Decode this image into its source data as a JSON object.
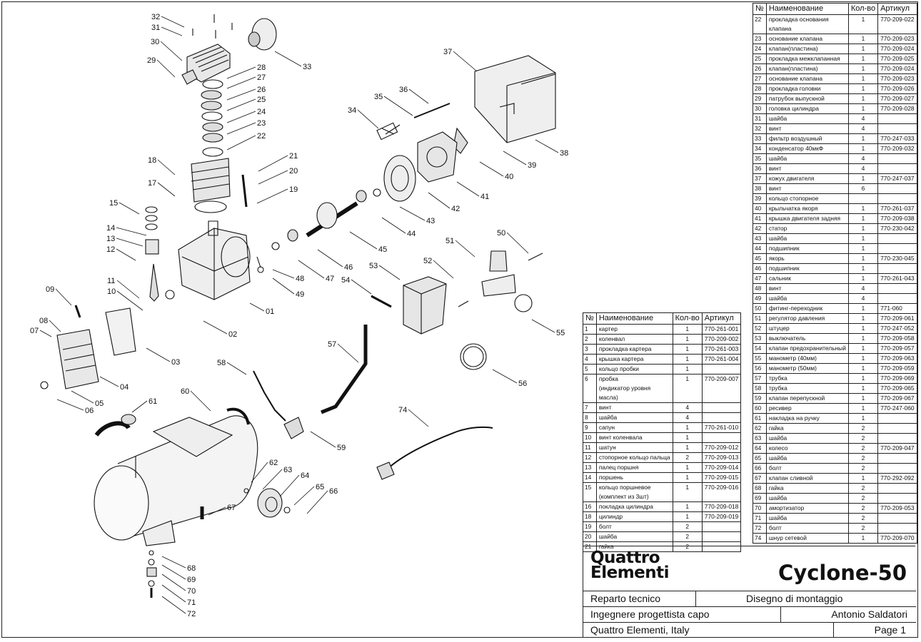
{
  "callouts": [
    "01",
    "02",
    "03",
    "04",
    "05",
    "06",
    "07",
    "08",
    "09",
    "10",
    "11",
    "12",
    "13",
    "14",
    "15",
    "17",
    "18",
    "19",
    "20",
    "21",
    "22",
    "23",
    "24",
    "25",
    "26",
    "27",
    "28",
    "29",
    "30",
    "31",
    "32",
    "33",
    "34",
    "35",
    "36",
    "37",
    "38",
    "39",
    "40",
    "41",
    "42",
    "43",
    "44",
    "45",
    "46",
    "47",
    "48",
    "49",
    "50",
    "51",
    "52",
    "53",
    "54",
    "55",
    "56",
    "57",
    "58",
    "59",
    "60",
    "61",
    "62",
    "63",
    "64",
    "65",
    "66",
    "67",
    "68",
    "69",
    "70",
    "71",
    "72",
    "74"
  ],
  "table_headers": {
    "num": "№",
    "name": "Наименование",
    "qty": "Кол-во",
    "article": "Артикул"
  },
  "parts_left": [
    {
      "num": "1",
      "name": "картер",
      "qty": "1",
      "article": "770-261-001"
    },
    {
      "num": "2",
      "name": "коленвал",
      "qty": "1",
      "article": "770-209-002"
    },
    {
      "num": "3",
      "name": "прокладка картера",
      "qty": "1",
      "article": "770-261-003"
    },
    {
      "num": "4",
      "name": "крышка картера",
      "qty": "1",
      "article": "770-261-004"
    },
    {
      "num": "5",
      "name": "кольцо пробки",
      "qty": "1",
      "article": ""
    },
    {
      "num": "6",
      "name": "пробка\n(индикатор уровня масла)",
      "qty": "1",
      "article": "770-209-007"
    },
    {
      "num": "7",
      "name": "винт",
      "qty": "4",
      "article": ""
    },
    {
      "num": "8",
      "name": "шайба",
      "qty": "4",
      "article": ""
    },
    {
      "num": "9",
      "name": "сапун",
      "qty": "1",
      "article": "770-261-010"
    },
    {
      "num": "10",
      "name": "винт коленвала",
      "qty": "1",
      "article": ""
    },
    {
      "num": "11",
      "name": "шатун",
      "qty": "1",
      "article": "770-209-012"
    },
    {
      "num": "12",
      "name": "стопорное кольцо пальца",
      "qty": "2",
      "article": "770-209-013"
    },
    {
      "num": "13",
      "name": "палец поршня",
      "qty": "1",
      "article": "770-209-014"
    },
    {
      "num": "14",
      "name": "поршень",
      "qty": "1",
      "article": "770-209-015"
    },
    {
      "num": "15",
      "name": "кольцо поршневое\n(комплект из 3шт)",
      "qty": "1",
      "article": "770-209-016"
    },
    {
      "num": "16",
      "name": "покладка цилиндра",
      "qty": "1",
      "article": "770-209-018"
    },
    {
      "num": "18",
      "name": "цилиндр",
      "qty": "1",
      "article": "770-209-019"
    },
    {
      "num": "19",
      "name": "болт",
      "qty": "2",
      "article": ""
    },
    {
      "num": "20",
      "name": "шайба",
      "qty": "2",
      "article": ""
    },
    {
      "num": "21",
      "name": "гайка",
      "qty": "2",
      "article": ""
    }
  ],
  "parts_right": [
    {
      "num": "22",
      "name": "прокладка основания\nклапана",
      "qty": "1",
      "article": "770-209-022"
    },
    {
      "num": "23",
      "name": "основание клапана",
      "qty": "1",
      "article": "770-209-023"
    },
    {
      "num": "24",
      "name": "клапан(пластина)",
      "qty": "1",
      "article": "770-209-024"
    },
    {
      "num": "25",
      "name": "прокладка межклапанная",
      "qty": "1",
      "article": "770-209-025"
    },
    {
      "num": "26",
      "name": "клапан(пластина)",
      "qty": "1",
      "article": "770-209-024"
    },
    {
      "num": "27",
      "name": "основание клапана",
      "qty": "1",
      "article": "770-209-023"
    },
    {
      "num": "28",
      "name": "прокладка головки",
      "qty": "1",
      "article": "770-209-026"
    },
    {
      "num": "29",
      "name": "патрубок выпускной",
      "qty": "1",
      "article": "770-209-027"
    },
    {
      "num": "30",
      "name": "головка цилиндра",
      "qty": "1",
      "article": "770-209-028"
    },
    {
      "num": "31",
      "name": "шайба",
      "qty": "4",
      "article": ""
    },
    {
      "num": "32",
      "name": "винт",
      "qty": "4",
      "article": ""
    },
    {
      "num": "33",
      "name": "фильтр воздушный",
      "qty": "1",
      "article": "770-247-033"
    },
    {
      "num": "34",
      "name": "конденсатор 40мкФ",
      "qty": "1",
      "article": "770-209-032"
    },
    {
      "num": "35",
      "name": "шайба",
      "qty": "4",
      "article": ""
    },
    {
      "num": "36",
      "name": "винт",
      "qty": "4",
      "article": ""
    },
    {
      "num": "37",
      "name": "кожух двигателя",
      "qty": "1",
      "article": "770-247-037"
    },
    {
      "num": "38",
      "name": "винт",
      "qty": "6",
      "article": ""
    },
    {
      "num": "39",
      "name": "кольцо стопорное",
      "qty": "",
      "article": ""
    },
    {
      "num": "40",
      "name": "крыльчатка якоря",
      "qty": "1",
      "article": "770-261-037"
    },
    {
      "num": "41",
      "name": "крышка двигателя задняя",
      "qty": "1",
      "article": "770-209-038"
    },
    {
      "num": "42",
      "name": "статор",
      "qty": "1",
      "article": "770-230-042"
    },
    {
      "num": "43",
      "name": "шайба",
      "qty": "1",
      "article": ""
    },
    {
      "num": "44",
      "name": "подшипник",
      "qty": "1",
      "article": ""
    },
    {
      "num": "45",
      "name": "якорь",
      "qty": "1",
      "article": "770-230-045"
    },
    {
      "num": "46",
      "name": "подшипник",
      "qty": "1",
      "article": ""
    },
    {
      "num": "47",
      "name": "сальник",
      "qty": "1",
      "article": "770-261-043"
    },
    {
      "num": "48",
      "name": "винт",
      "qty": "4",
      "article": ""
    },
    {
      "num": "49",
      "name": "шайба",
      "qty": "4",
      "article": ""
    },
    {
      "num": "50",
      "name": "фитинг-переходник",
      "qty": "1",
      "article": "771-060"
    },
    {
      "num": "51",
      "name": "регулятор давления",
      "qty": "1",
      "article": "770-209-061"
    },
    {
      "num": "52",
      "name": "штуцер",
      "qty": "1",
      "article": "770-247-052"
    },
    {
      "num": "53",
      "name": "выключатель",
      "qty": "1",
      "article": "770-209-058"
    },
    {
      "num": "54",
      "name": "клапан предохранительный",
      "qty": "1",
      "article": "770-209-057"
    },
    {
      "num": "55",
      "name": "манометр (40мм)",
      "qty": "1",
      "article": "770-209-063"
    },
    {
      "num": "56",
      "name": "манометр (50мм)",
      "qty": "1",
      "article": "770-209-059"
    },
    {
      "num": "57",
      "name": "трубка",
      "qty": "1",
      "article": "770-209-069"
    },
    {
      "num": "58",
      "name": "трубка",
      "qty": "1",
      "article": "770-209-065"
    },
    {
      "num": "59",
      "name": "клапан перепускной",
      "qty": "1",
      "article": "770-209-067"
    },
    {
      "num": "60",
      "name": "ресивер",
      "qty": "1",
      "article": "770-247-060"
    },
    {
      "num": "61",
      "name": "накладка на ручку",
      "qty": "1",
      "article": ""
    },
    {
      "num": "62",
      "name": "гайка",
      "qty": "2",
      "article": ""
    },
    {
      "num": "63",
      "name": "шайба",
      "qty": "2",
      "article": ""
    },
    {
      "num": "64",
      "name": "колесо",
      "qty": "2",
      "article": "770-209-047"
    },
    {
      "num": "65",
      "name": "шайба",
      "qty": "2",
      "article": ""
    },
    {
      "num": "66",
      "name": "болт",
      "qty": "2",
      "article": ""
    },
    {
      "num": "67",
      "name": "клапан сливной",
      "qty": "1",
      "article": "770-292-092"
    },
    {
      "num": "68",
      "name": "гайка",
      "qty": "2",
      "article": ""
    },
    {
      "num": "69",
      "name": "шайба",
      "qty": "2",
      "article": ""
    },
    {
      "num": "70",
      "name": "амортизатор",
      "qty": "2",
      "article": "770-209-053"
    },
    {
      "num": "71",
      "name": "шайба",
      "qty": "2",
      "article": ""
    },
    {
      "num": "72",
      "name": "болт",
      "qty": "2",
      "article": ""
    },
    {
      "num": "74",
      "name": "шнур сетевой",
      "qty": "1",
      "article": "770-209-070"
    }
  ],
  "title_block": {
    "brand_line1": "Quattro",
    "brand_line2": "Elementi",
    "model": "Cyclone-50",
    "department": "Reparto tecnico",
    "drawing_type": "Disegno di montaggio",
    "role": "Ingegnere progettista capo",
    "person": "Antonio Saldatori",
    "company": "Quattro Elementi, Italy",
    "page": "Page 1"
  }
}
